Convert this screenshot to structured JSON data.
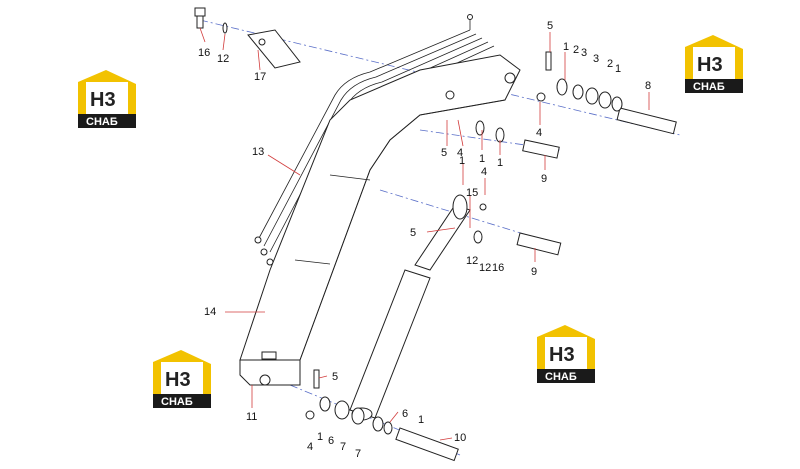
{
  "callouts": {
    "c1": "16",
    "c2": "12",
    "c3": "17",
    "c4": "13",
    "c5": "14",
    "c6": "11",
    "c7": "5",
    "c8": "1",
    "c9": "2",
    "c10": "3",
    "c11": "3",
    "c12": "2",
    "c13": "1",
    "c14": "8",
    "c15": "4",
    "c16": "5",
    "c17": "4",
    "c18": "1",
    "c19": "1",
    "c20": "4",
    "c21": "9",
    "c22": "1",
    "c23": "15",
    "c24": "5",
    "c25": "12",
    "c26": "12",
    "c27": "16",
    "c28": "9",
    "c29": "5",
    "c30": "6",
    "c31": "1",
    "c32": "10",
    "c33": "4",
    "c34": "1",
    "c35": "6",
    "c36": "7",
    "c37": "7"
  },
  "watermark": {
    "mark": "H3",
    "word": "СНАБ",
    "accent": "#f2c200",
    "dark": "#1a1a1a"
  },
  "colors": {
    "leader": "#d23c3c",
    "axis": "#5a6fc8",
    "line": "#222222"
  }
}
